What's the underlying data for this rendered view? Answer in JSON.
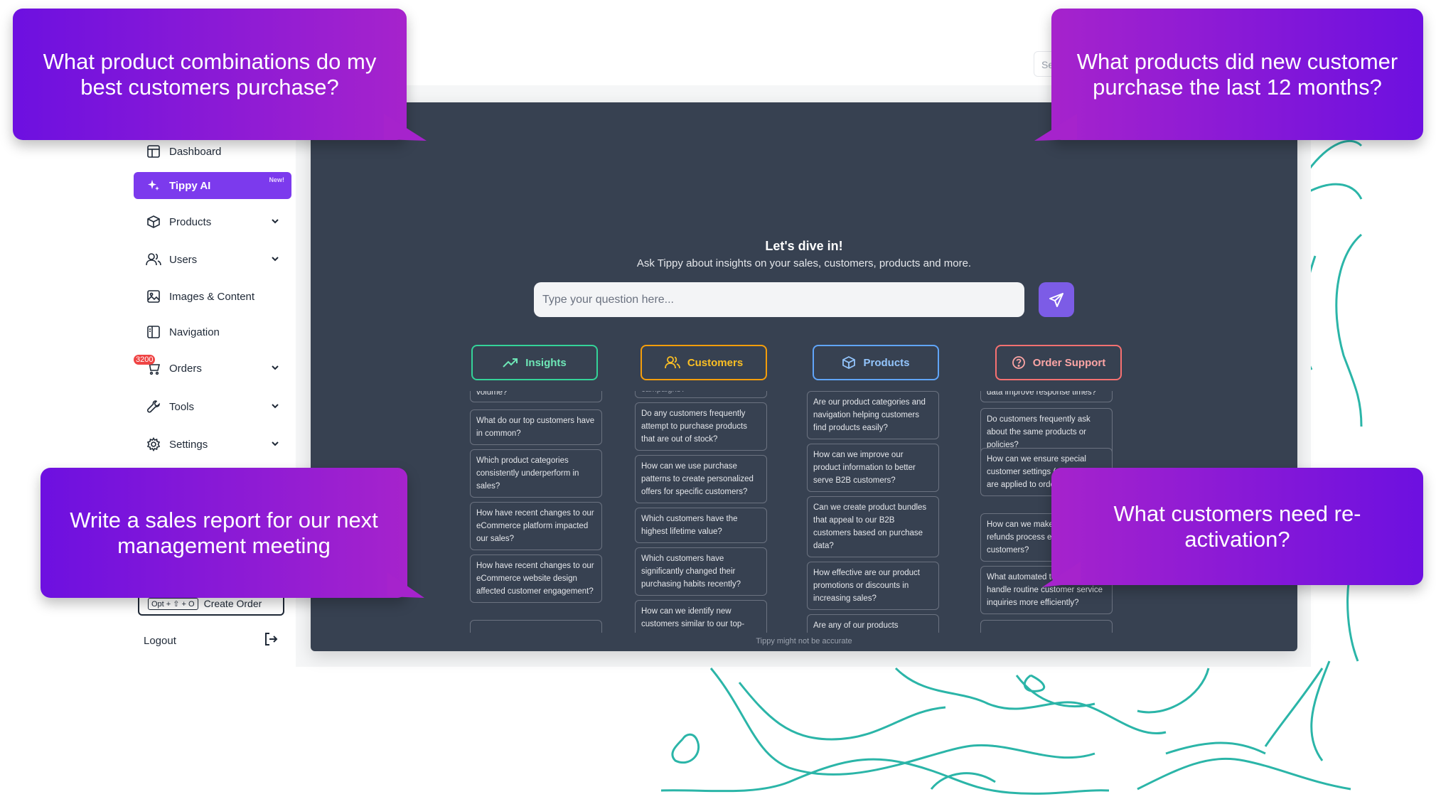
{
  "callouts": {
    "top_left": "What product combinations do my best customers purchase?",
    "top_right": "What products did new customer purchase the last 12 months?",
    "bottom_left": "Write a sales report for our next management meeting",
    "bottom_right": "What customers need re-activation?"
  },
  "topbar": {
    "search_fragment": "Se"
  },
  "sidebar": {
    "items": [
      {
        "label": "Dashboard",
        "icon": "dashboard-icon"
      },
      {
        "label": "Tippy AI",
        "icon": "sparkle-icon",
        "tag": "New!"
      },
      {
        "label": "Products",
        "icon": "box-icon"
      },
      {
        "label": "Users",
        "icon": "users-icon"
      },
      {
        "label": "Images & Content",
        "icon": "image-icon"
      },
      {
        "label": "Navigation",
        "icon": "navigation-icon"
      },
      {
        "label": "Orders",
        "icon": "cart-icon",
        "badge": "3200"
      },
      {
        "label": "Tools",
        "icon": "wrench-icon"
      },
      {
        "label": "Settings",
        "icon": "gear-icon"
      }
    ],
    "create_order": {
      "shortcut": "Opt + ⇧ + O",
      "label": "Create Order"
    },
    "logout": "Logout"
  },
  "main": {
    "heading": "Let's dive in!",
    "subheading": "Ask Tippy about insights on your sales, customers, products and more.",
    "input_placeholder": "Type your question here...",
    "disclaimer": "Tippy might not be accurate",
    "categories": [
      {
        "label": "Insights",
        "icon": "trend-up-icon",
        "color": "#34d399"
      },
      {
        "label": "Customers",
        "icon": "users-icon",
        "color": "#f59e0b"
      },
      {
        "label": "Products",
        "icon": "box-icon",
        "color": "#60a5fa"
      },
      {
        "label": "Order Support",
        "icon": "help-circle-icon",
        "color": "#f87171"
      }
    ],
    "columns": [
      [
        "volume?",
        "What do our top customers have in common?",
        "Which product categories consistently underperform in sales?",
        "How have recent changes to our eCommerce platform impacted our sales?",
        "How have recent changes to our eCommerce website design affected customer engagement?"
      ],
      [
        "campaigns?",
        "Do any customers frequently attempt to purchase products that are out of stock?",
        "How can we use purchase patterns to create personalized offers for specific customers?",
        "Which customers have the highest lifetime value?",
        "Which customers have significantly changed their purchasing habits recently?",
        "How can we identify new customers similar to our top-"
      ],
      [
        "Are our product categories and navigation helping customers find products easily?",
        "How can we improve our product information to better serve B2B customers?",
        "Can we create product bundles that appeal to our B2B customers based on purchase data?",
        "How effective are our product promotions or discounts in increasing sales?",
        "Are any of our products"
      ],
      [
        "data improve response times?",
        "Do customers frequently ask about the same products or policies?",
        "How can we ensure special customer settings (e.g. terms) are applied to orders?",
        "How can we make returns and refunds process easier for customers?",
        "What automated tools could help handle routine customer service inquiries more efficiently?"
      ]
    ]
  }
}
